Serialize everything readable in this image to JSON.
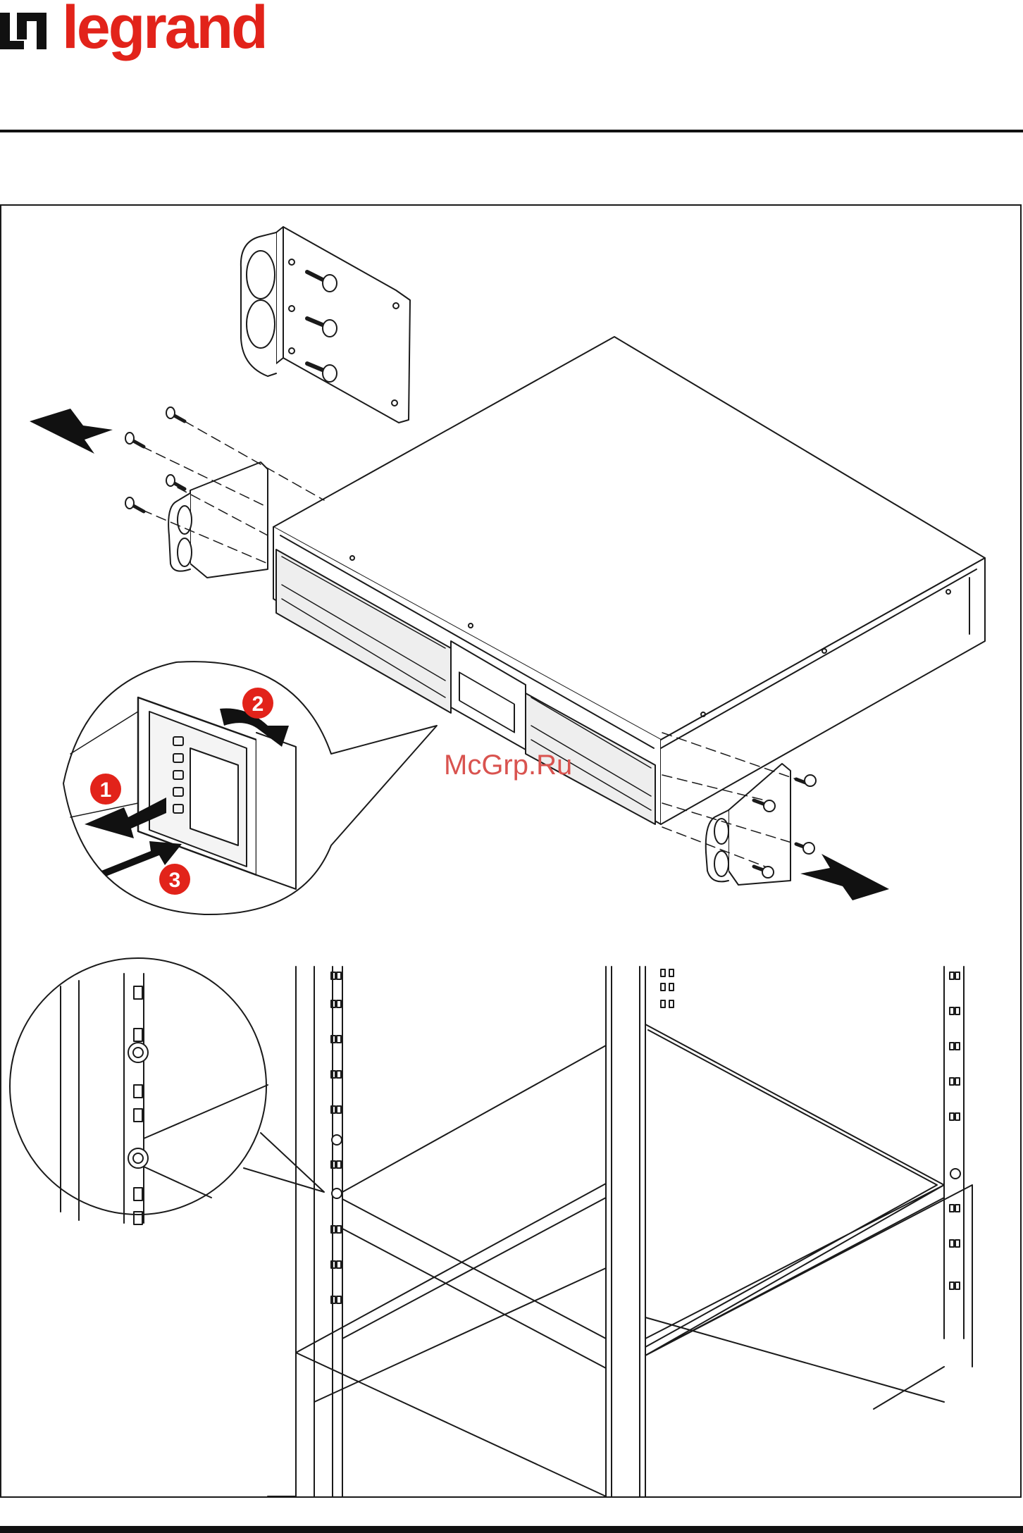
{
  "brand": {
    "name": "legrand",
    "color": "#e2231a",
    "mark_color": "#111111"
  },
  "watermark": {
    "text": "McGrp.Ru",
    "color": "#d9534f"
  },
  "steps": [
    {
      "number": "1",
      "color": "#e2231a"
    },
    {
      "number": "2",
      "color": "#e2231a"
    },
    {
      "number": "3",
      "color": "#e2231a"
    }
  ],
  "colors": {
    "line": "#1a1a1a",
    "background": "#ffffff",
    "rule": "#111111"
  },
  "icons": {
    "arrow": "black-push-arrow-icon",
    "screw": "screw-icon",
    "handle": "rack-handle-icon"
  }
}
